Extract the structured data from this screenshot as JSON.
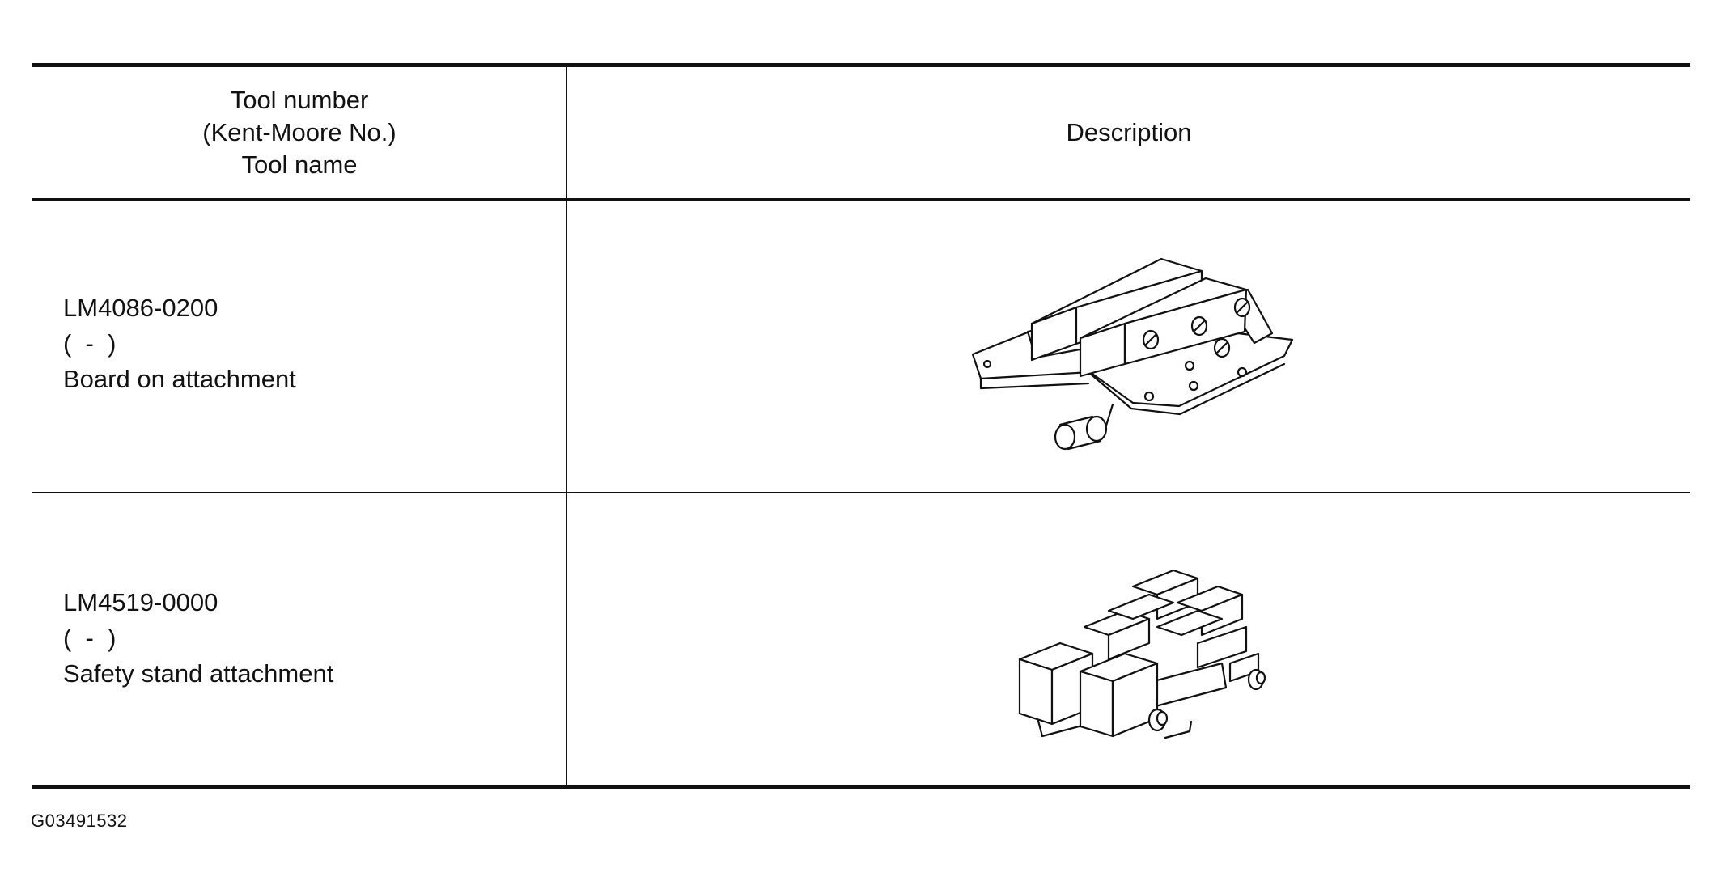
{
  "header": {
    "col1_line1": "Tool number",
    "col1_line2": "(Kent-Moore No.)",
    "col1_line3": "Tool name",
    "col2": "Description"
  },
  "rows": [
    {
      "tool_number": "LM4086-0200",
      "kent_moore_no": "(  -  )",
      "tool_name": "Board on attachment",
      "illustration": "board-on-attachment-illustration"
    },
    {
      "tool_number": "LM4519-0000",
      "kent_moore_no": "(  -  )",
      "tool_name": "Safety stand attachment",
      "illustration": "safety-stand-attachment-illustration"
    }
  ],
  "footer": {
    "figure_code": "G03491532"
  }
}
